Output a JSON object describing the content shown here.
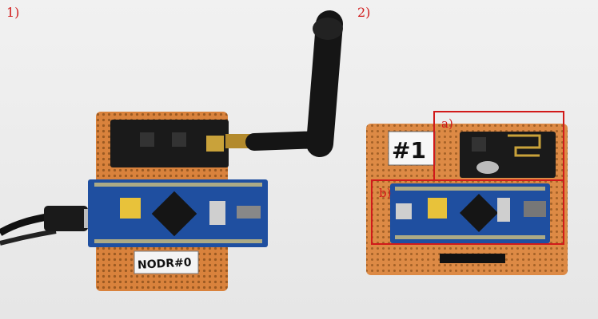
{
  "figure": {
    "panel_1_label": "1)",
    "panel_2_label": "2)",
    "callout_a_label": "a)",
    "callout_b_label": "b)",
    "handwritten_label_left": "NODR#0",
    "handwritten_label_right": "#1"
  },
  "colors": {
    "annotation_red": "#d11a1a",
    "perfboard_orange": "#d9823c",
    "bluepill_blue": "#1f4fa0",
    "rf_module_black": "#1a1a1a",
    "antenna_black": "#151515"
  },
  "icons": [
    "antenna-icon",
    "usb-cable-icon",
    "microcontroller-chip-icon"
  ]
}
